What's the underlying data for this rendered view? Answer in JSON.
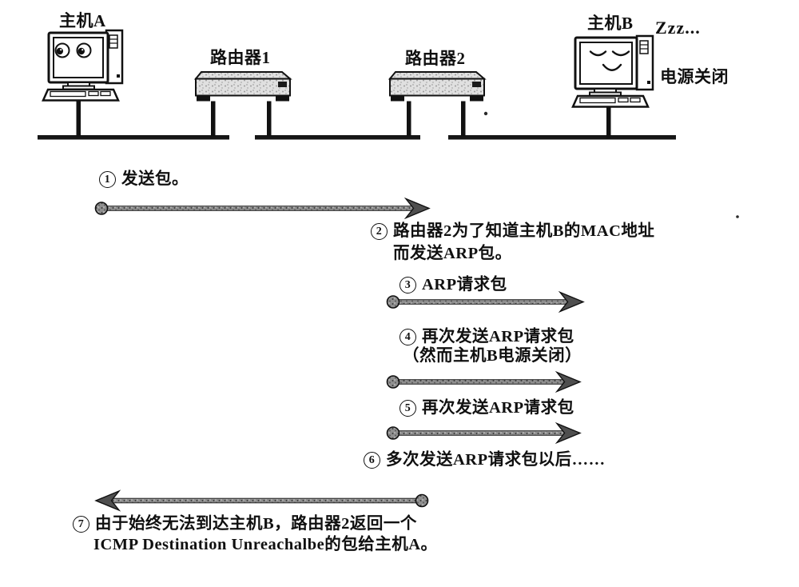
{
  "figure": {
    "devices": {
      "host_a": {
        "label": "主机A"
      },
      "router_1": {
        "label": "路由器1"
      },
      "router_2": {
        "label": "路由器2"
      },
      "host_b": {
        "label": "主机B",
        "sleep": "Zzz...",
        "status": "电源关闭"
      }
    },
    "steps": [
      {
        "num": "1",
        "line1": "发送包。"
      },
      {
        "num": "2",
        "line1": "路由器2为了知道主机B的MAC地址",
        "line2": "而发送ARP包。"
      },
      {
        "num": "3",
        "line1": "ARP请求包"
      },
      {
        "num": "4",
        "line1": "再次发送ARP请求包",
        "line2": "（然而主机B电源关闭）"
      },
      {
        "num": "5",
        "line1": "再次发送ARP请求包"
      },
      {
        "num": "6",
        "line1": "多次发送ARP请求包以后……"
      },
      {
        "num": "7",
        "line1": "由于始终无法到达主机B，路由器2返回一个",
        "line2": "ICMP Destination Unreachalbe的包给主机A。"
      }
    ],
    "colors": {
      "ink": "#111111",
      "paper": "#ffffff"
    }
  }
}
